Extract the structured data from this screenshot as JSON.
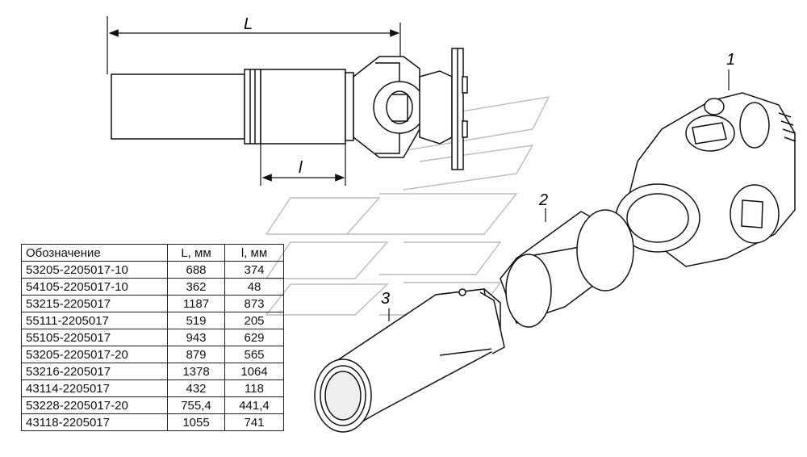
{
  "dimensions": {
    "overall_length_label": "L",
    "spline_length_label": "l"
  },
  "callouts": [
    "1",
    "2",
    "3"
  ],
  "table": {
    "headers": [
      "Обозначение",
      "L, мм",
      "l, мм"
    ],
    "rows": [
      [
        "53205-2205017-10",
        "688",
        "374"
      ],
      [
        "54105-2205017-10",
        "362",
        "48"
      ],
      [
        "53215-2205017",
        "1187",
        "873"
      ],
      [
        "55111-2205017",
        "519",
        "205"
      ],
      [
        "55105-2205017",
        "943",
        "629"
      ],
      [
        "53205-2205017-20",
        "879",
        "565"
      ],
      [
        "53216-2205017",
        "1378",
        "1064"
      ],
      [
        "43114-2205017",
        "432",
        "118"
      ],
      [
        "53228-2205017-20",
        "755,4",
        "441,4"
      ],
      [
        "43118-2205017",
        "1055",
        "741"
      ]
    ]
  }
}
